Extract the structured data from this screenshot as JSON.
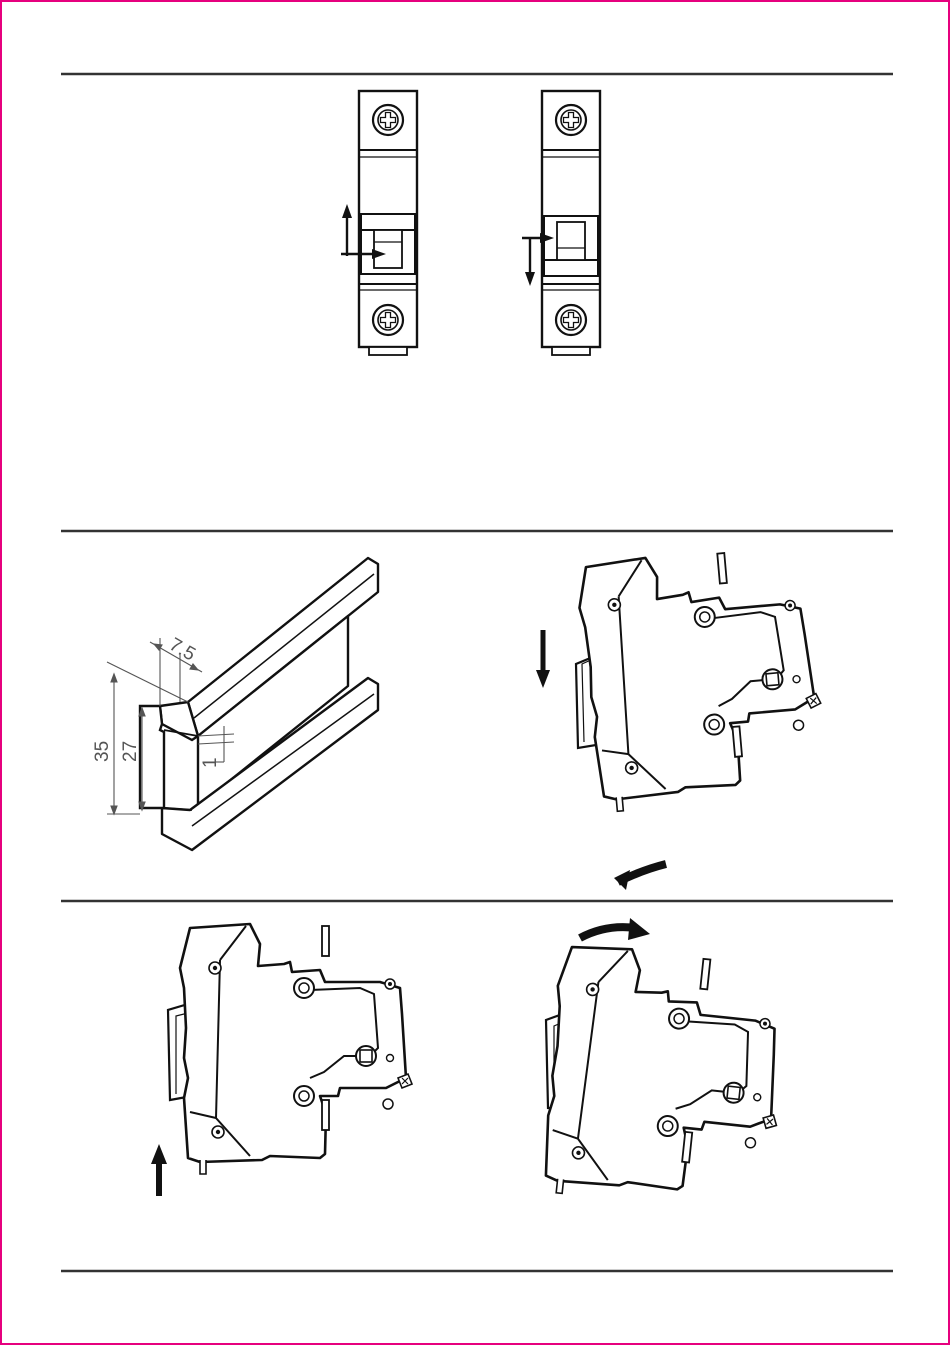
{
  "colors": {
    "border": "#e6007e",
    "ink": "#111111",
    "rule": "#333333",
    "dimension_text": "#555555"
  },
  "rail_dimensions": {
    "total_height": "35",
    "inner_height": "27",
    "flange_height": "7.5",
    "thickness": "1"
  },
  "icons": [
    "screw-icon",
    "arrow-up-icon",
    "arrow-down-icon",
    "arrow-right-icon",
    "rotate-arrow-icon"
  ]
}
